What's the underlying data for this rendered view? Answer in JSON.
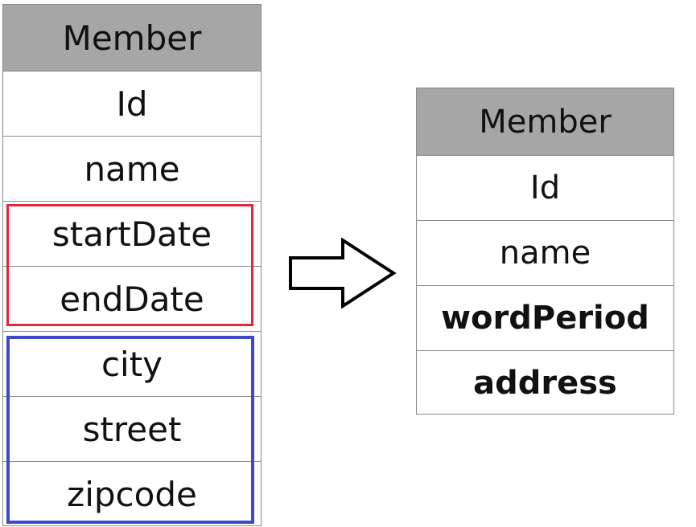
{
  "left_entity": {
    "title": "Member",
    "fields": [
      "Id",
      "name",
      "startDate",
      "endDate",
      "city",
      "street",
      "zipcode"
    ]
  },
  "right_entity": {
    "title": "Member",
    "fields": [
      "Id",
      "name",
      "wordPeriod",
      "address"
    ]
  },
  "colors": {
    "header_fill": "#a6a6a6",
    "period_group_border": "#e0283a",
    "address_group_border": "#3f48c8"
  }
}
